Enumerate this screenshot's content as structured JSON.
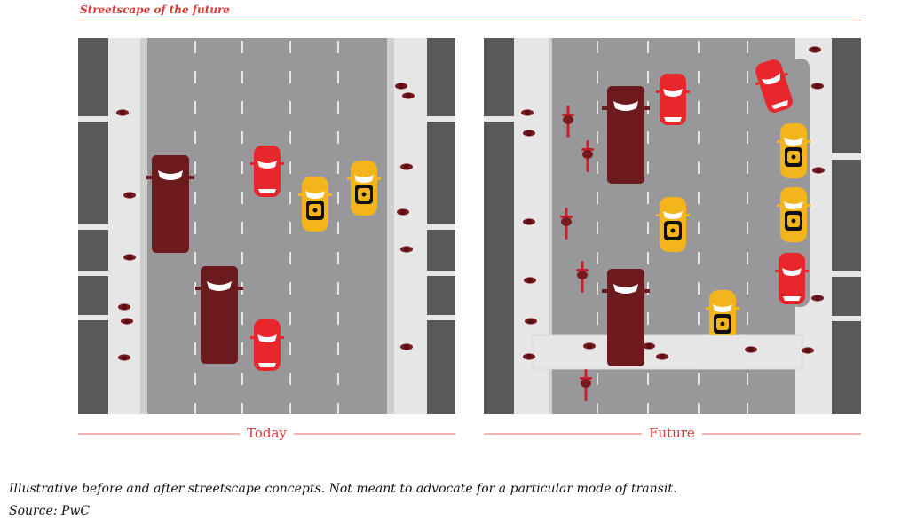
{
  "title": "Streetscape of the future",
  "panels": [
    {
      "label": "Today"
    },
    {
      "label": "Future"
    }
  ],
  "caption": "Illustrative before and after streetscape concepts. Not meant to advocate for a particular mode of transit.",
  "source": "Source: PwC",
  "colors": {
    "accent": "#d93a3a",
    "road": "#98989a",
    "sidewalk": "#e6e6e6",
    "building": "#58595b",
    "van": "#6b1a1d",
    "car": "#e8262c",
    "taxi": "#f4b51c",
    "pedestrian": "#7a1a1f"
  },
  "icons": [
    "van-icon",
    "car-icon",
    "taxi-icon",
    "bicycle-icon",
    "pedestrian-icon"
  ]
}
